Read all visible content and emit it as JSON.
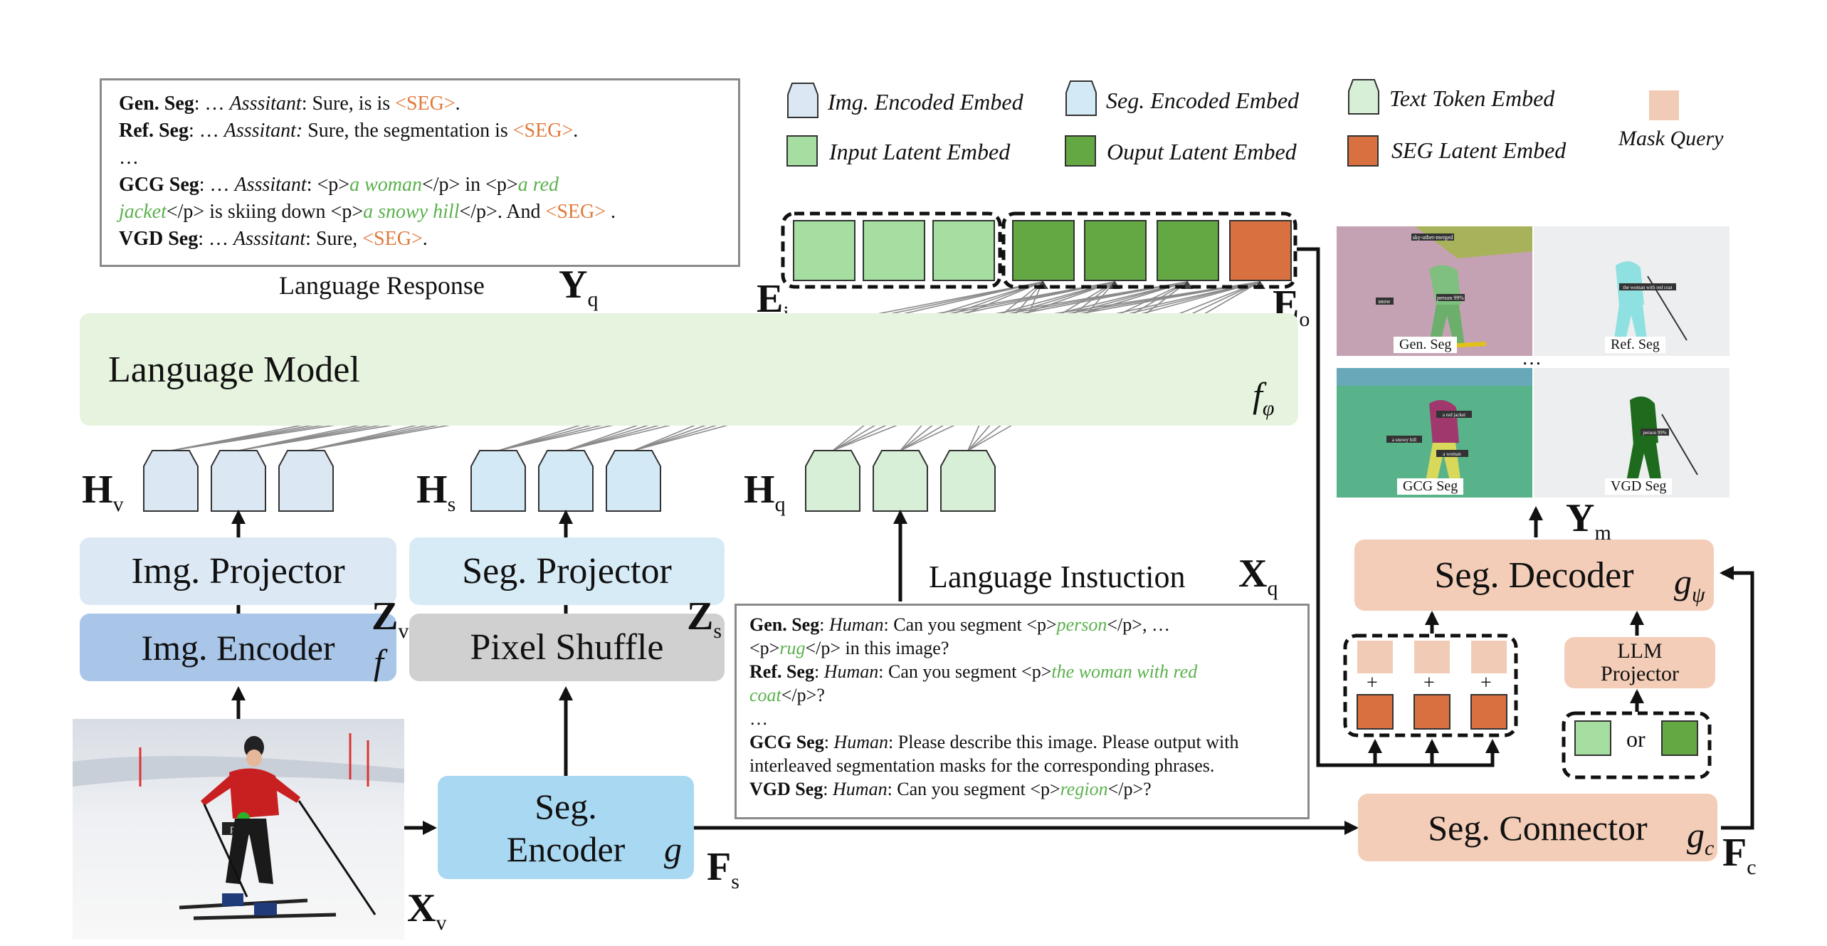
{
  "colors": {
    "img_embed": "#dbe7f3",
    "seg_embed": "#d3e9f6",
    "text_embed": "#d6efd6",
    "input_latent": "#a5dea0",
    "output_latent": "#64a843",
    "seg_latent": "#d9703f",
    "mask_query": "#f1cbb6",
    "language_model_bg": "#e6f4df",
    "img_projector_bg": "#dce9f5",
    "img_encoder_bg": "#a9c5e8",
    "seg_projector_bg": "#d7ebf7",
    "pixel_shuffle_bg": "#d0d0d0",
    "seg_encoder_bg": "#a9d8f2",
    "seg_module_bg": "#f3cdb7",
    "seg_text": "#e07a3c",
    "green_text": "#5bb14d"
  },
  "legend": [
    {
      "label": "Img. Encoded Embed",
      "shape": "pentagon",
      "color_key": "img_embed"
    },
    {
      "label": "Seg. Encoded Embed",
      "shape": "pentagon",
      "color_key": "seg_embed"
    },
    {
      "label": "Text Token Embed",
      "shape": "pentagon",
      "color_key": "text_embed"
    },
    {
      "label": "Mask Query",
      "shape": "square",
      "color_key": "mask_query"
    },
    {
      "label": "Input Latent Embed",
      "shape": "square",
      "color_key": "input_latent"
    },
    {
      "label": "Ouput Latent Embed",
      "shape": "square",
      "color_key": "output_latent"
    },
    {
      "label": "SEG Latent Embed",
      "shape": "square",
      "color_key": "seg_latent"
    }
  ],
  "response_box": {
    "gen": {
      "task": "Gen. Seg",
      "prefix": ": … ",
      "role": "Asssitant",
      "text": ": Sure, is is ",
      "seg": "<SEG>",
      "end": "."
    },
    "ref": {
      "task": "Ref. Seg",
      "prefix": ": … ",
      "role": "Asssitant:",
      "text": " Sure, the segmentation is ",
      "seg": "<SEG>",
      "end": "."
    },
    "ellipsis": "…",
    "gcg": {
      "task": "GCG Seg",
      "prefix": ": … ",
      "role": "Asssitant",
      "p1": ": <p>",
      "g1": "a woman",
      "p2": "</p>  in <p>",
      "g2": "a red",
      "g3": "jacket",
      "p3": "</p> is skiing down <p>",
      "g4": "a snowy hill",
      "p4": "</p>.  And ",
      "seg": "<SEG>",
      "end": " ."
    },
    "vgd": {
      "task": "VGD Seg",
      "prefix": ": … ",
      "role": "Asssitant",
      "text": ": Sure, ",
      "seg": "<SEG>",
      "end": "."
    }
  },
  "instruction_box": {
    "gen": {
      "task": "Gen. Seg",
      "role": "Human",
      "t1": ": Can you segment <p>",
      "g1": "person",
      "t2": "</p>, …",
      "t3": "<p>",
      "g2": "rug",
      "t4": "</p> in this image?"
    },
    "ref": {
      "task": "Ref. Seg",
      "role": "Human",
      "t1": ": Can you segment <p>",
      "g1": "the woman with red",
      "g2": "coat",
      "t2": "</p>?"
    },
    "ellipsis": "…",
    "gcg": {
      "task": "GCG Seg",
      "role": "Human",
      "t1": ": Please describe this image. Please output with",
      "t2": "interleaved segmentation masks for the corresponding phrases."
    },
    "vgd": {
      "task": "VGD Seg",
      "role": "Human",
      "t1": ": Can you segment <p>",
      "g1": "region",
      "t2": "</p>?"
    }
  },
  "labels": {
    "language_response": "Language Response",
    "language_instruction": "Language Instuction",
    "language_model": "Language Model",
    "img_projector": "Img. Projector",
    "img_encoder": "Img. Encoder",
    "seg_projector": "Seg. Projector",
    "pixel_shuffle": "Pixel Shuffle",
    "seg_encoder_1": "Seg.",
    "seg_encoder_2": "Encoder",
    "seg_decoder": "Seg. Decoder",
    "seg_connector": "Seg. Connector",
    "llm_projector_1": "LLM",
    "llm_projector_2": "Projector",
    "or": "or",
    "plus": "+",
    "ellipsis": "…",
    "photo_tag": "person"
  },
  "symbols": {
    "Yq": {
      "main": "Y",
      "sub": "q"
    },
    "Ei": {
      "main": "E",
      "sub": "i"
    },
    "Eo": {
      "main": "E",
      "sub": "o"
    },
    "Hv": {
      "main": "H",
      "sub": "v"
    },
    "Hs": {
      "main": "H",
      "sub": "s"
    },
    "Hq": {
      "main": "H",
      "sub": "q"
    },
    "Zv": {
      "main": "Z",
      "sub": "v"
    },
    "Zs": {
      "main": "Z",
      "sub": "s"
    },
    "Xq": {
      "main": "X",
      "sub": "q"
    },
    "Xv": {
      "main": "X",
      "sub": "v"
    },
    "Fs": {
      "main": "F",
      "sub": "s"
    },
    "Fc": {
      "main": "F",
      "sub": "c"
    },
    "Ym": {
      "main": "Y",
      "sub": "m"
    },
    "f_phi": {
      "main": "f",
      "sub": "φ"
    },
    "f": {
      "main": "f",
      "sub": ""
    },
    "g": {
      "main": "g",
      "sub": ""
    },
    "g_psi": {
      "main": "g",
      "sub": "ψ"
    },
    "g_c": {
      "main": "g",
      "sub": "c"
    }
  },
  "result_panels": [
    {
      "label": "Gen. Seg",
      "tags": [
        "sky-other-merged",
        "snow",
        "person 99%"
      ]
    },
    {
      "label": "Ref. Seg",
      "tags": [
        "the woman with red coat"
      ]
    },
    {
      "label": "GCG Seg",
      "tags": [
        "a red jacket",
        "a snowy hill",
        "a woman"
      ]
    },
    {
      "label": "VGD Seg",
      "tags": [
        "person 99%"
      ]
    }
  ]
}
